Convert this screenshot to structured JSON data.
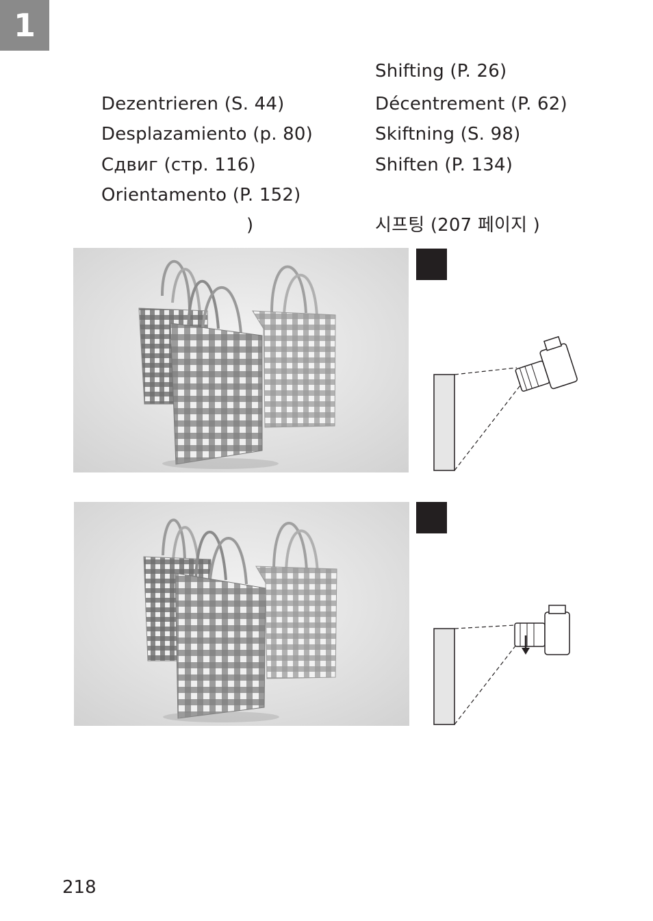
{
  "chapter": {
    "number": "1"
  },
  "references": {
    "left": [
      "Dezentrieren (S. 44)",
      "Desplazamiento (p. 80)",
      "Сдвиг (стр. 116)",
      "Orientamento (P. 152)",
      ")"
    ],
    "right": [
      "Shifting (P. 26)",
      "Décentrement (P. 62)",
      "Skiftning (S. 98)",
      "Shiften (P. 134)",
      "시프팅 (207 페이지 )"
    ]
  },
  "figures": [
    {
      "photo_subject": "three-checkered-shopping-bags",
      "camera_state": "unshifted",
      "marker_icon": "black-square-marker"
    },
    {
      "photo_subject": "three-checkered-shopping-bags",
      "camera_state": "shifted-down",
      "marker_icon": "black-square-marker"
    }
  ],
  "colors": {
    "text": "#231f20",
    "chapter_tab": "#8a8a8a",
    "marker": "#231f20"
  },
  "page_number": "218"
}
